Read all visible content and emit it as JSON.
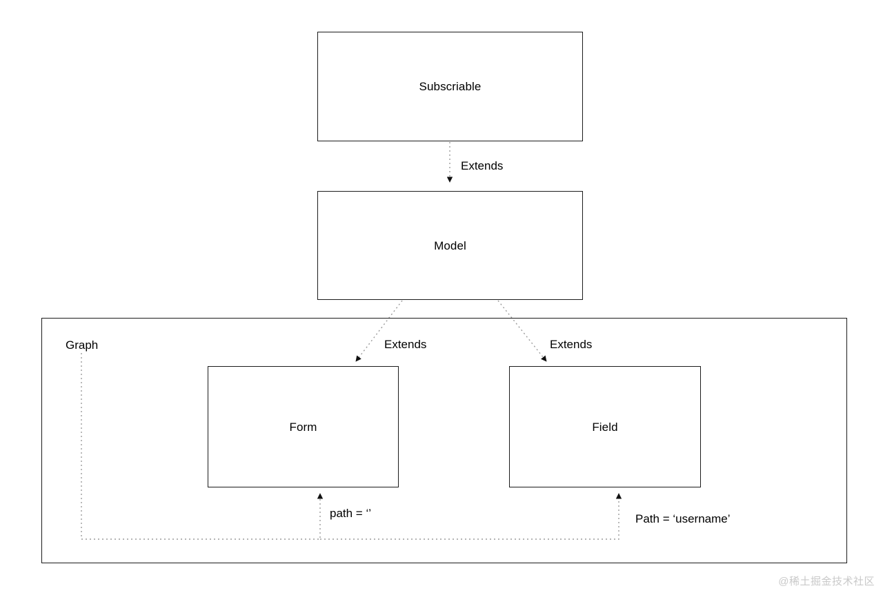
{
  "diagram": {
    "title_nodes": [
      {
        "id": "subscriable",
        "label": "Subscriable"
      },
      {
        "id": "model",
        "label": "Model"
      },
      {
        "id": "form",
        "label": "Form"
      },
      {
        "id": "field",
        "label": "Field"
      }
    ],
    "container": {
      "id": "graph",
      "label": "Graph"
    },
    "edges": [
      {
        "id": "subscriable-model",
        "label": "Extends",
        "from": "Subscriable",
        "to": "Model",
        "style": "dotted-arrow"
      },
      {
        "id": "model-form",
        "label": "Extends",
        "from": "Model",
        "to": "Form",
        "style": "dotted-arrow"
      },
      {
        "id": "model-field",
        "label": "Extends",
        "from": "Model",
        "to": "Field",
        "style": "dotted-arrow"
      },
      {
        "id": "graph-form",
        "label": "path = ‘’",
        "from": "Graph",
        "to": "Form",
        "style": "dotted-arrow"
      },
      {
        "id": "graph-field",
        "label": "Path = ‘username’",
        "from": "Graph",
        "to": "Field",
        "style": "dotted-arrow"
      }
    ],
    "colors": {
      "stroke": "#1a1a1a",
      "connector": "#9a9a9a",
      "text": "#000000",
      "background": "#ffffff",
      "watermark": "#c9c9c9"
    }
  },
  "watermark": {
    "text": "@稀土掘金技术社区"
  }
}
